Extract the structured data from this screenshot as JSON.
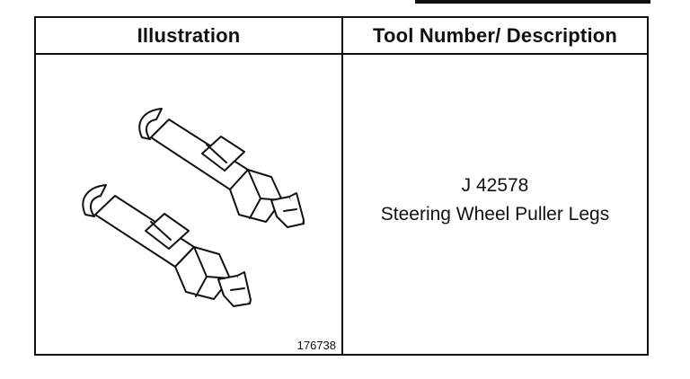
{
  "table": {
    "header_illustration": "Illustration",
    "header_description": "Tool Number/ Description",
    "tool_number": "J 42578",
    "tool_name": "Steering Wheel Puller Legs",
    "figure_number": "176738"
  },
  "illustration": {
    "subject": "steering-wheel-puller-legs",
    "count": 2
  }
}
